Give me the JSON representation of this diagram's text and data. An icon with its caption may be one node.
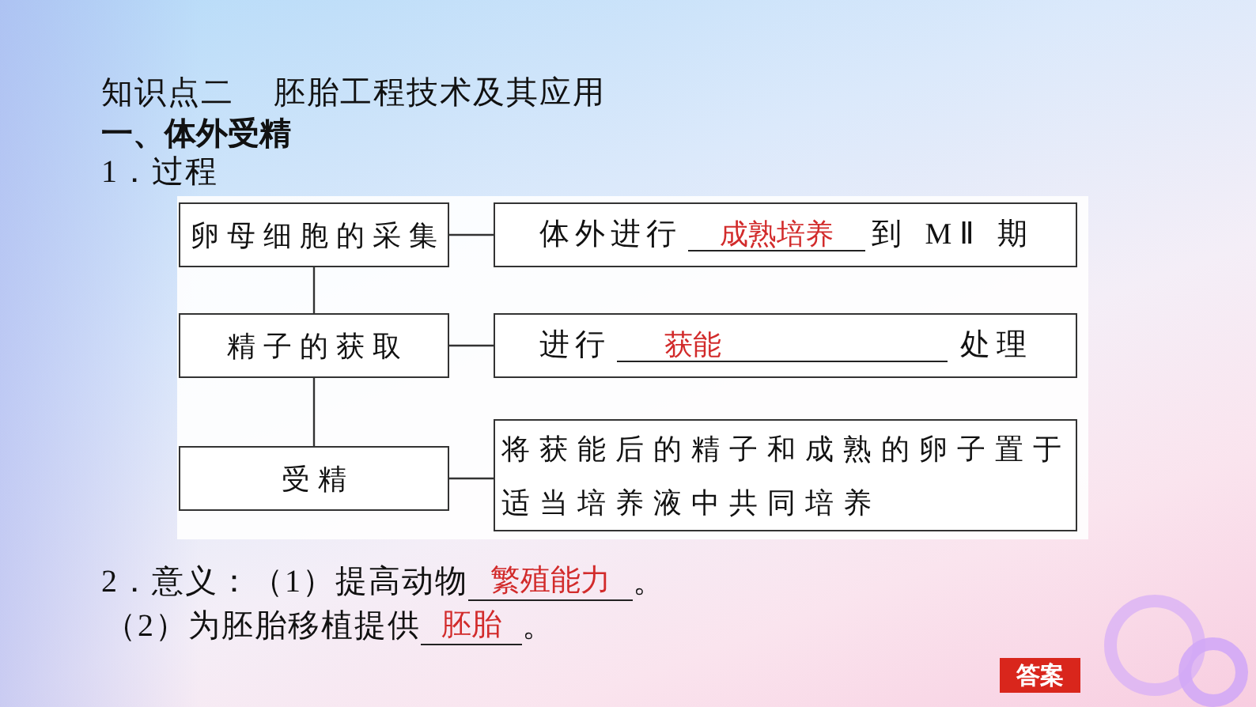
{
  "diagram": {
    "nodes": [
      {
        "text": [
          "卵母细胞的采集"
        ]
      },
      {
        "text": [
          "体外进行",
          "成熟培养",
          "到 MⅡ 期"
        ]
      },
      {
        "text": [
          "精子的获取"
        ]
      },
      {
        "text": [
          "进行",
          "获能",
          "处理"
        ]
      },
      {
        "text": [
          "受精"
        ]
      },
      {
        "text": [
          "将获能后的精子和成熟的卵子置于适当培养液中共同培养"
        ]
      }
    ],
    "edges": [
      {
        "from": 0,
        "to": 1,
        "arrow": "none"
      },
      {
        "from": 0,
        "to": 2,
        "arrow": "none"
      },
      {
        "from": 2,
        "to": 3,
        "arrow": "none"
      },
      {
        "from": 2,
        "to": 4,
        "arrow": "none"
      },
      {
        "from": 4,
        "to": 5,
        "arrow": "none"
      }
    ],
    "labels": [
      "知识点二",
      "胚胎工程技术及其应用",
      "一、体外受精",
      "1．过程",
      "2．意义：（1）提高动物",
      "繁殖能力",
      "。",
      "（2）为胚胎移植提供",
      "胚胎",
      "。",
      "答案"
    ]
  }
}
